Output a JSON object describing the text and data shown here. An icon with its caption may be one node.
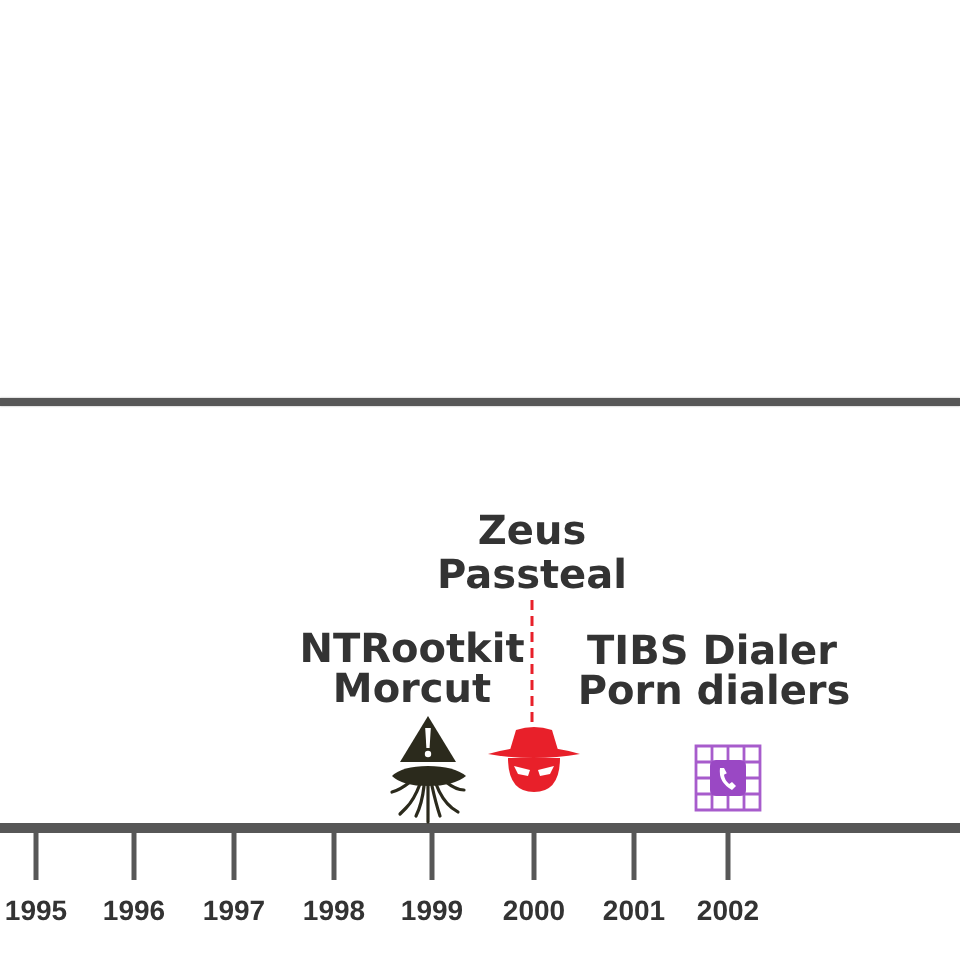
{
  "diagram": {
    "nodes": [
      {
        "text": [
          "Zeus",
          "Passteal"
        ]
      },
      {
        "text": [],
        "shape": "picture"
      }
    ],
    "edges": [
      {
        "from": 0,
        "to": 1,
        "arrow": "none",
        "style": "dashed",
        "color": "#e8202a"
      }
    ],
    "labels": [
      "NTRootkit",
      "Morcut",
      "TIBS Dialer",
      "Porn dialers",
      "1995",
      "1996",
      "1997",
      "1998",
      "1999",
      "2000",
      "2001",
      "2002"
    ]
  }
}
